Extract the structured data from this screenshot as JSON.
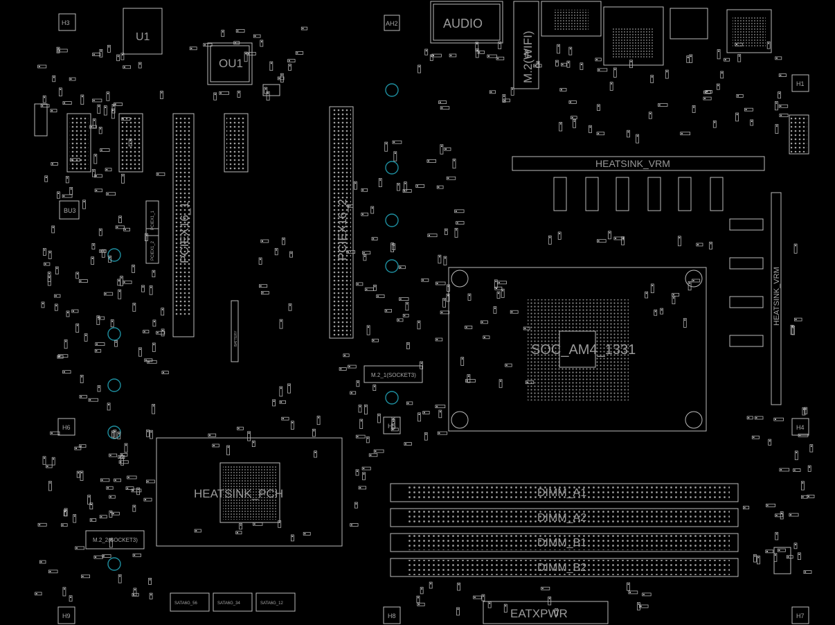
{
  "labels": {
    "audio": "AUDIO",
    "m2_wifi": "M.2(WIFI)",
    "ou1": "OU1",
    "u1": "U1",
    "pciex16_1": "PCIEX16_1",
    "pciex16_2": "PCIEX16_2",
    "pciex1_1": "PCIEX1_1",
    "pciex1_2": "PCIEX1_2",
    "battery": "BATTERY",
    "m2_1": "M.2_1(SOCKET3)",
    "m2_2": "M.2_2(SOCKET3)",
    "heatsink_pch": "HEATSINK_PCH",
    "soc": "SOC_AM4_1331",
    "dimm_a1": "DIMM_A1",
    "dimm_a2": "DIMM_A2",
    "dimm_b1": "DIMM_B1",
    "dimm_b2": "DIMM_B2",
    "eatxpwr": "EATXPWR",
    "heatsink_vrm": "HEATSINK_VRM",
    "bu3": "BU3",
    "sata_1": "SATA6G_56",
    "sata_2": "SATA6G_34",
    "sata_3": "SATA6G_12"
  },
  "mount_holes": [
    "H3",
    "AH2",
    "H1",
    "H5",
    "H6",
    "H4",
    "H9",
    "H8",
    "H7"
  ],
  "colors": {
    "background": "#000000",
    "outline": "#bdbdbd",
    "via": "#1e8fa0",
    "label": "#9a9a9a"
  }
}
